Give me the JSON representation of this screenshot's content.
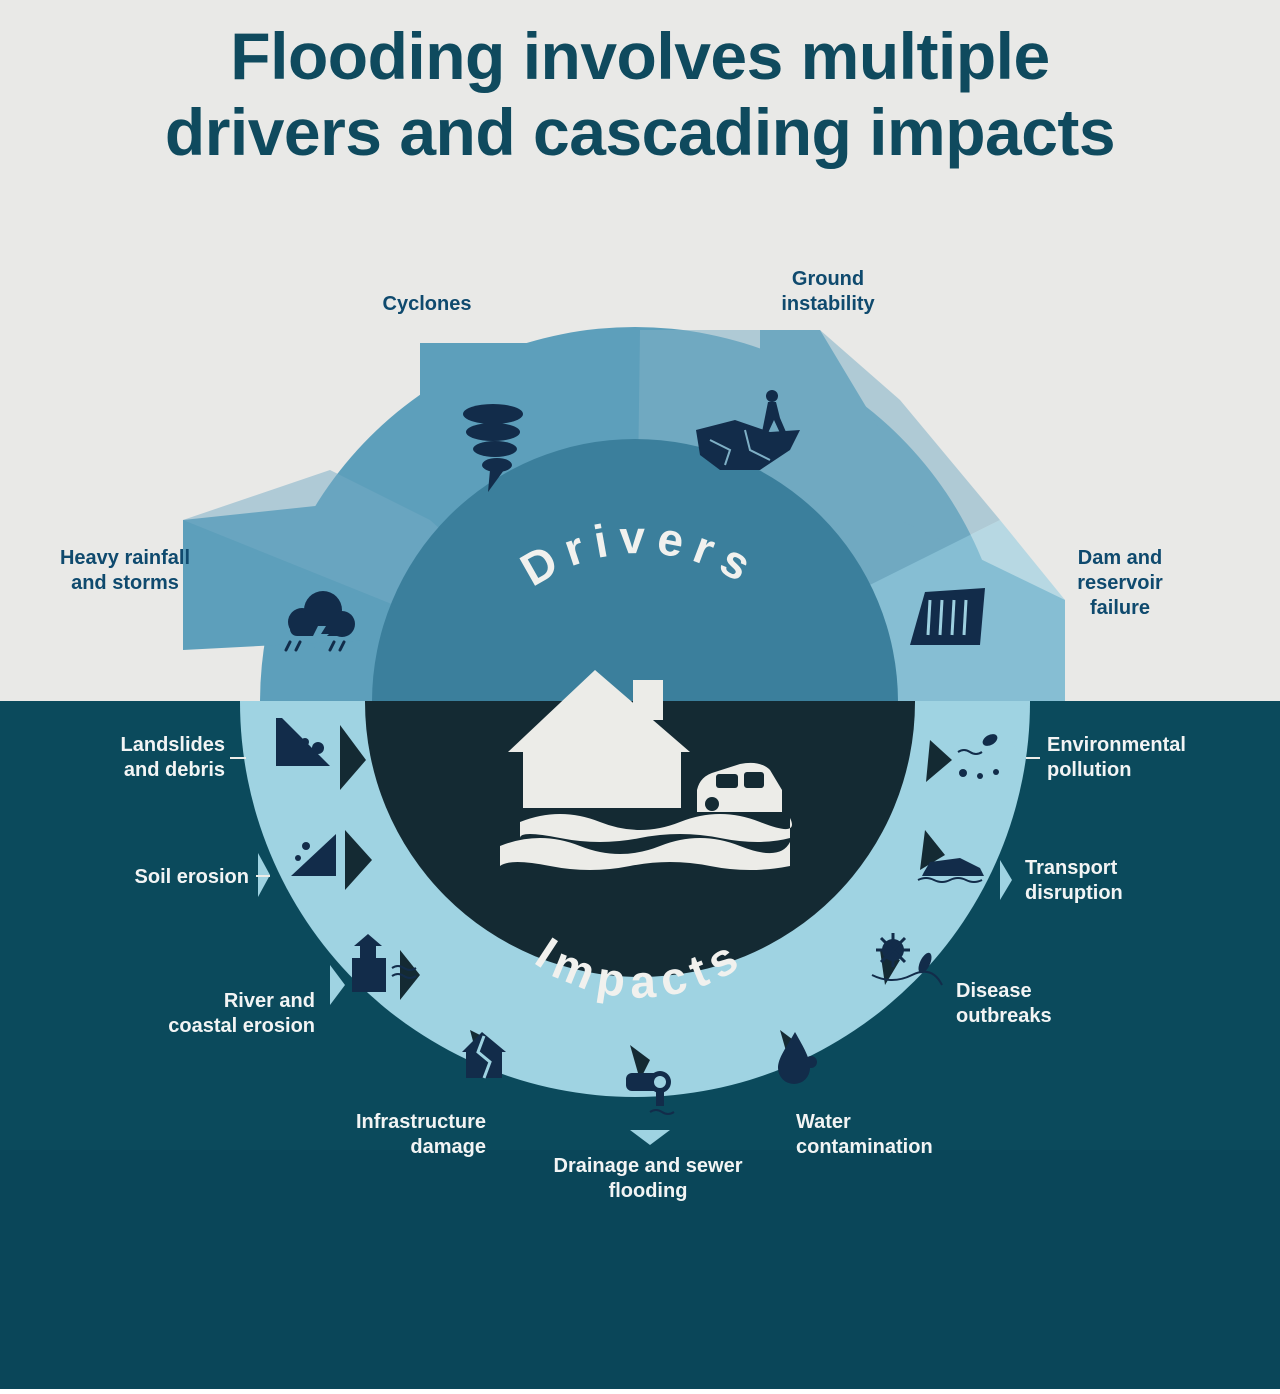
{
  "title": {
    "line1": "Flooding involves multiple",
    "line2": "drivers and cascading impacts"
  },
  "center": {
    "drivers_label": "Drivers",
    "impacts_label": "Impacts"
  },
  "drivers": {
    "heavy_rainfall": {
      "line1": "Heavy rainfall",
      "line2": "and storms",
      "icon": "rain-cloud-lightning-icon"
    },
    "cyclones": {
      "line1": "Cyclones",
      "icon": "tornado-icon"
    },
    "ground_instability": {
      "line1": "Ground",
      "line2": "instability",
      "icon": "cracked-ground-icon"
    },
    "dam_failure": {
      "line1": "Dam and",
      "line2": "reservoir",
      "line3": "failure",
      "icon": "dam-icon"
    }
  },
  "impacts": {
    "landslides": {
      "line1": "Landslides",
      "line2": "and debris",
      "icon": "landslide-icon"
    },
    "soil_erosion": {
      "line1": "Soil erosion",
      "icon": "soil-erosion-icon"
    },
    "river_coastal": {
      "line1": "River and",
      "line2": "coastal erosion",
      "icon": "coastal-erosion-icon"
    },
    "infrastructure": {
      "line1": "Infrastructure",
      "line2": "damage",
      "icon": "damaged-house-icon"
    },
    "drainage": {
      "line1": "Drainage and sewer",
      "line2": "flooding",
      "icon": "sewer-pipe-icon"
    },
    "water_contamination": {
      "line1": "Water",
      "line2": "contamination",
      "icon": "contaminated-drop-icon"
    },
    "disease": {
      "line1": "Disease",
      "line2": "outbreaks",
      "icon": "virus-icon"
    },
    "transport": {
      "line1": "Transport",
      "line2": "disruption",
      "icon": "submerged-car-icon"
    },
    "pollution": {
      "line1": "Environmental",
      "line2": "pollution",
      "icon": "pollution-icon"
    }
  },
  "center_icons": [
    "flooded-house-icon",
    "car-icon",
    "waves-icon"
  ],
  "colors": {
    "title": "#0f4a5e",
    "background_top": "#e9e9e7",
    "background_bottom": "#0b4a5c",
    "driver_gear_light": "#5d9fbb",
    "driver_gear_dark": "#3b7f9c",
    "impact_gear": "#9fd3e2",
    "center_dark": "#142a33",
    "icon_navy": "#122c4a"
  }
}
